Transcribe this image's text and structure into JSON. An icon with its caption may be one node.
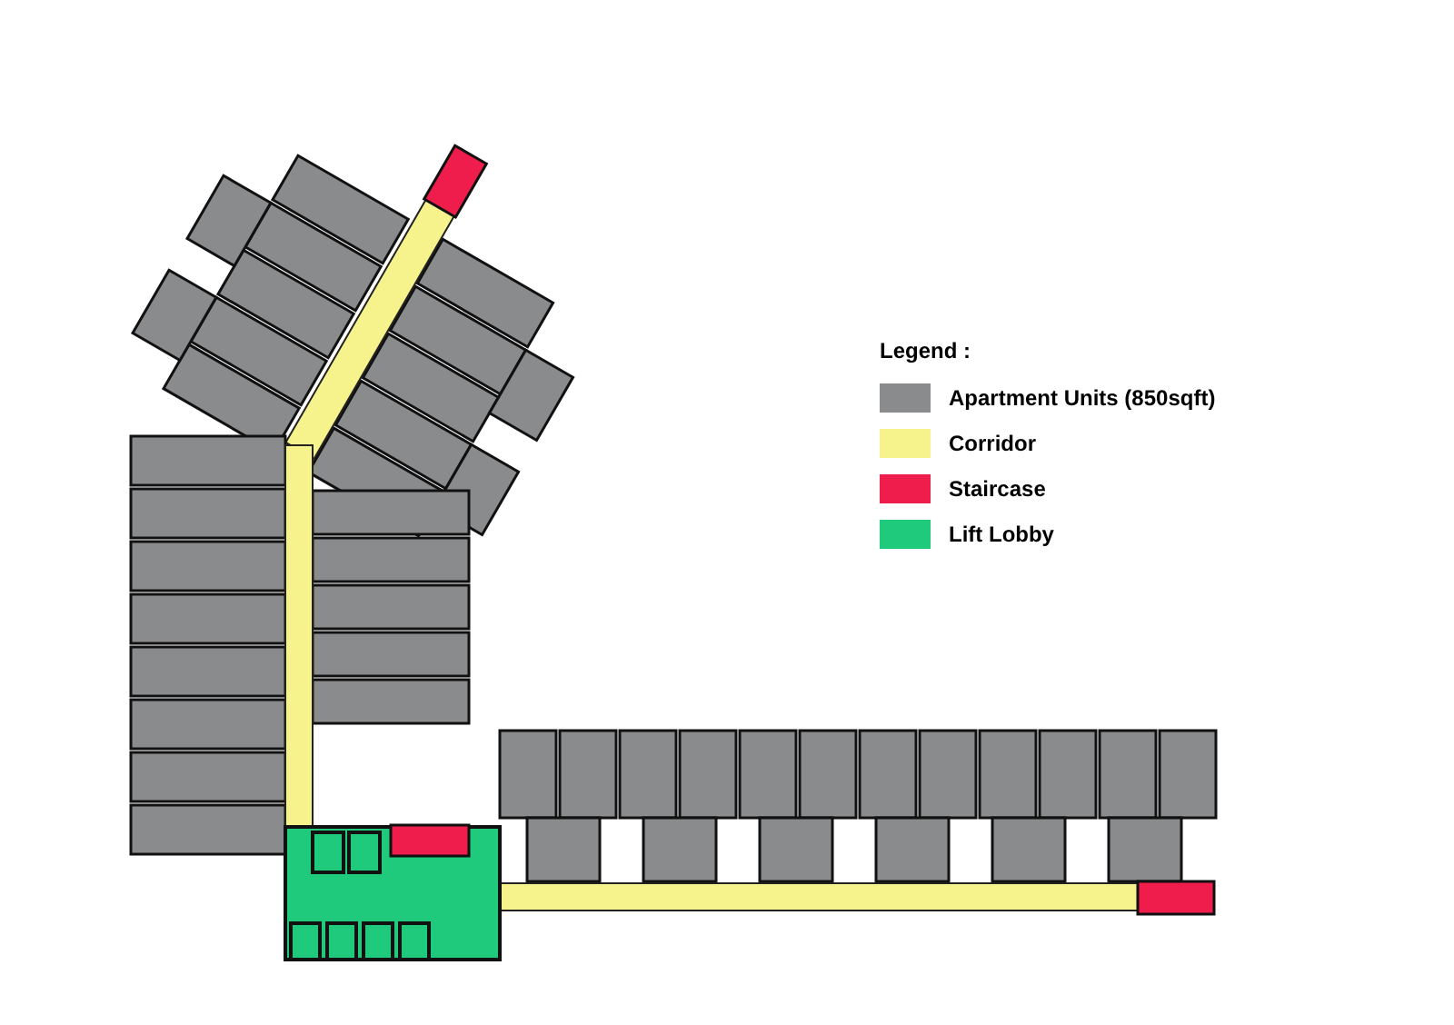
{
  "diagram": {
    "labels": [
      "Legend :"
    ],
    "legend": [
      {
        "text": "Apartment Units (850sqft)",
        "color": "#8a8b8d"
      },
      {
        "text": "Corridor",
        "color": "#f6f28c"
      },
      {
        "text": "Staircase",
        "color": "#ee1d4b"
      },
      {
        "text": "Lift Lobby",
        "color": "#1fca7c"
      }
    ]
  }
}
